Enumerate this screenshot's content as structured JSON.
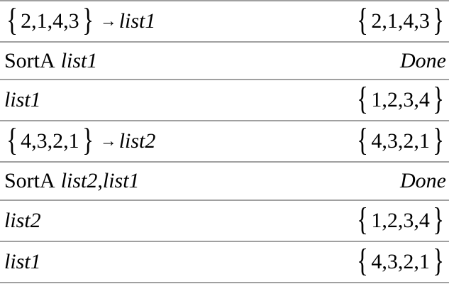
{
  "history": [
    {
      "input": {
        "list": "2,1,4,3",
        "arrow": "→",
        "target": "list1"
      },
      "output": {
        "list": "2,1,4,3"
      }
    },
    {
      "input": {
        "command": "SortA",
        "args": "list1"
      },
      "output": {
        "text": "Done"
      }
    },
    {
      "input": {
        "var": "list1"
      },
      "output": {
        "list": "1,2,3,4"
      }
    },
    {
      "input": {
        "list": "4,3,2,1",
        "arrow": "→",
        "target": "list2"
      },
      "output": {
        "list": "4,3,2,1"
      }
    },
    {
      "input": {
        "command": "SortA",
        "arg1": "list2",
        "sep": ",",
        "arg2": "list1"
      },
      "output": {
        "text": "Done"
      }
    },
    {
      "input": {
        "var": "list2"
      },
      "output": {
        "list": "1,2,3,4"
      }
    },
    {
      "input": {
        "var": "list1"
      },
      "output": {
        "list": "4,3,2,1"
      }
    }
  ],
  "glyphs": {
    "open_brace": "{",
    "close_brace": "}"
  }
}
